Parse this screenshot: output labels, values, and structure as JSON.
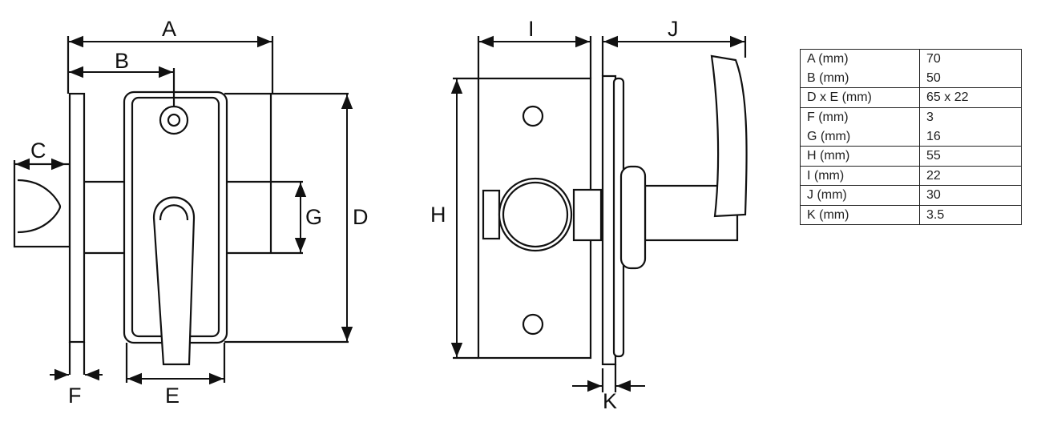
{
  "labels": {
    "A": "A",
    "B": "B",
    "C": "C",
    "D": "D",
    "E": "E",
    "F": "F",
    "G": "G",
    "H": "H",
    "I": "I",
    "J": "J",
    "K": "K"
  },
  "table": [
    {
      "name": "A (mm)",
      "value": "70"
    },
    {
      "name": "B (mm)",
      "value": "50"
    },
    {
      "name": "D x E (mm)",
      "value": "65 x 22"
    },
    {
      "name": "F (mm)",
      "value": "3"
    },
    {
      "name": "G (mm)",
      "value": "16"
    },
    {
      "name": "H (mm)",
      "value": "55"
    },
    {
      "name": "I (mm)",
      "value": "22"
    },
    {
      "name": "J (mm)",
      "value": "30"
    },
    {
      "name": "K (mm)",
      "value": "3.5"
    }
  ]
}
